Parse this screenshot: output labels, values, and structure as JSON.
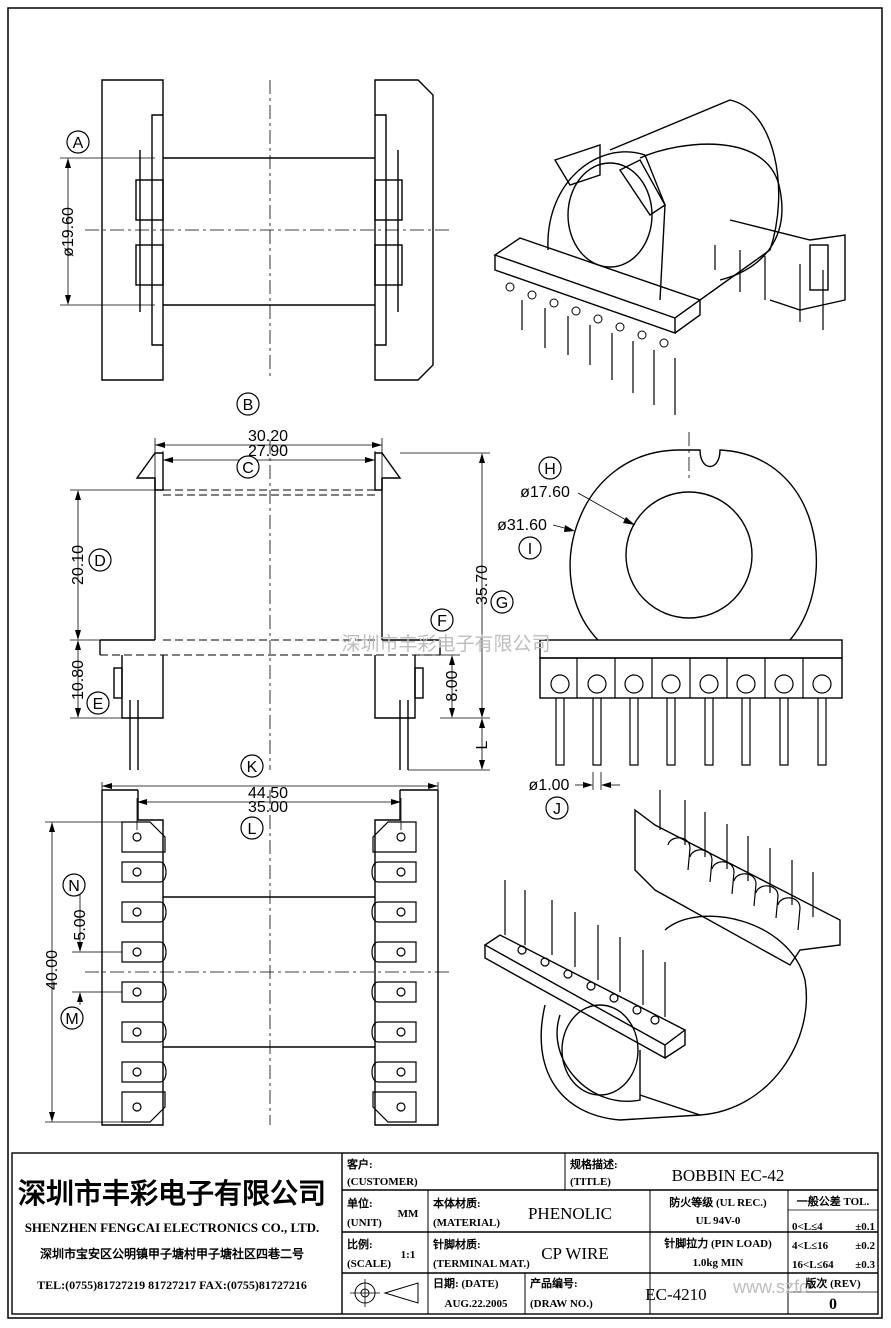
{
  "dimensions": {
    "d_19_60": "ø19.60",
    "d_30_20": "30.20",
    "d_27_90": "27.90",
    "d_20_10": "20.10",
    "d_35_70": "35.70",
    "d_10_80": "10.80",
    "d_8_00": "8.00",
    "d_L": "L",
    "d_17_60": "ø17.60",
    "d_31_60": "ø31.60",
    "d_1_00": "ø1.00",
    "d_44_50": "44.50",
    "d_35_00": "35.00",
    "d_5_00": "5.00",
    "d_40_00": "40.00"
  },
  "markers": {
    "A": "A",
    "B": "B",
    "C": "C",
    "D": "D",
    "E": "E",
    "F": "F",
    "G": "G",
    "H": "H",
    "I": "I",
    "J": "J",
    "K": "K",
    "L": "L",
    "M": "M",
    "N": "N"
  },
  "watermark": "深圳市丰彩电子有限公司",
  "title_block": {
    "company_cn": "深圳市丰彩电子有限公司",
    "company_en": "SHENZHEN FENGCAI ELECTRONICS CO., LTD.",
    "address": "深圳市宝安区公明镇甲子塘村甲子塘社区四巷二号",
    "contact": "TEL:(0755)81727219  81727217   FAX:(0755)81727216",
    "customer_cn": "客户:",
    "customer_en": "(CUSTOMER)",
    "title_cn": "规格描述:",
    "title_en": "(TITLE)",
    "title_value": "BOBBIN EC-42",
    "unit_cn": "单位:",
    "unit_en": "(UNIT)",
    "unit_value": "MM",
    "material_cn": "本体材质:",
    "material_en": "(MATERIAL)",
    "material_value": "PHENOLIC",
    "ul_cn": "防火等级 (UL REC.)",
    "ul_value": "UL 94V-0",
    "tol_cn": "一般公差 TOL.",
    "tol_rows": [
      {
        "range": "0<L≤4",
        "value": "±0.1"
      },
      {
        "range": "4<L≤16",
        "value": "±0.2"
      },
      {
        "range": "16<L≤64",
        "value": "±0.3"
      }
    ],
    "scale_cn": "比例:",
    "scale_en": "(SCALE)",
    "scale_value": "1:1",
    "terminal_cn": "针脚材质:",
    "terminal_en": "(TERMINAL MAT.)",
    "terminal_value": "CP WIRE",
    "pinload_cn": "针脚拉力 (PIN LOAD)",
    "pinload_value": "1.0kg MIN",
    "date_cn": "日期: (DATE)",
    "date_value": "AUG.22.2005",
    "drawno_cn": "产品编号:",
    "drawno_en": "(DRAW NO.)",
    "drawno_value": "EC-4210",
    "rev_cn": "版次 (REV)",
    "rev_value": "0",
    "site": "www.szfc"
  }
}
